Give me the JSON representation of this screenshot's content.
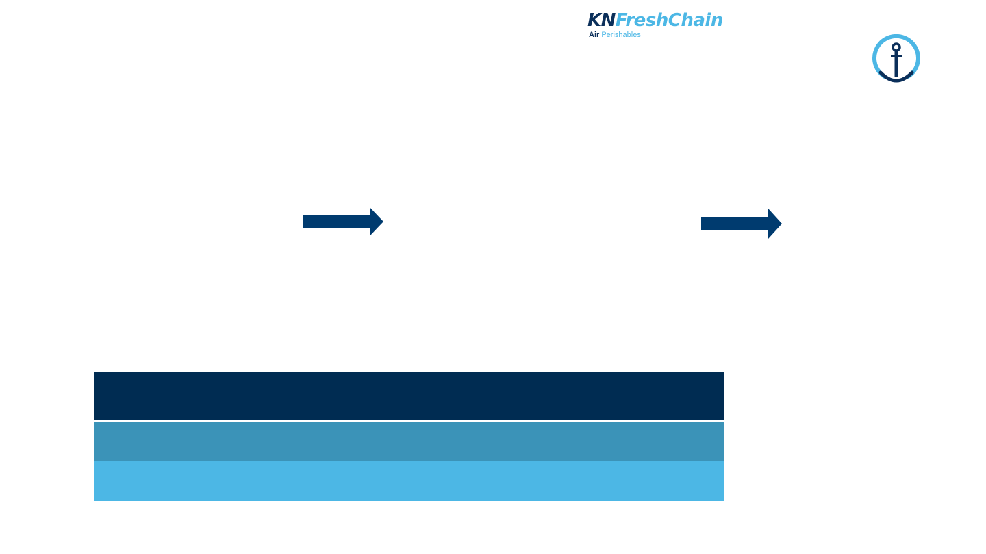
{
  "logo": {
    "brand_kn": "KN",
    "brand_freshchain": "FreshChain",
    "sub_air": "Air",
    "sub_perishables": "Perishables"
  },
  "icons": {
    "top_right": "anchor-icon",
    "flow_arrows": [
      "arrow-right-icon",
      "arrow-right-icon"
    ]
  },
  "colors": {
    "navy": "#002c52",
    "arrow_blue": "#003b6f",
    "teal": "#3b93b8",
    "light_blue": "#4cb7e5"
  },
  "bands": [
    {
      "label": ""
    },
    {
      "label": ""
    },
    {
      "label": ""
    }
  ]
}
